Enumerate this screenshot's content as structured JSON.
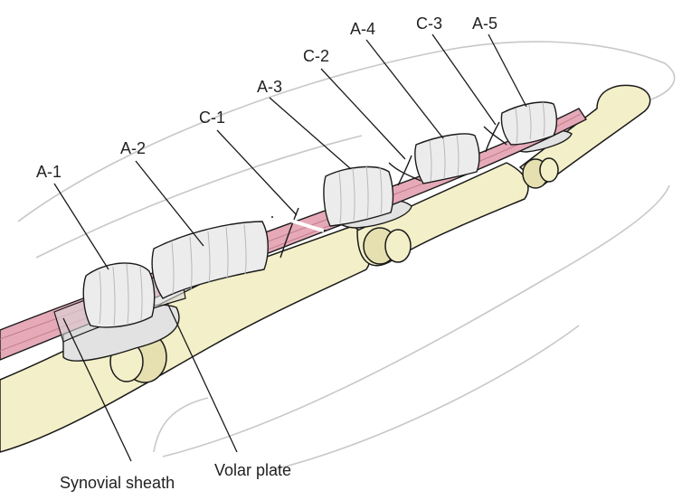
{
  "labels": {
    "a1": "A-1",
    "a2": "A-2",
    "a3": "A-3",
    "a4": "A-4",
    "a5": "A-5",
    "c1": "C-1",
    "c2": "C-2",
    "c3": "C-3",
    "synovial_sheath": "Synovial sheath",
    "volar_plate": "Volar plate"
  },
  "colors": {
    "outline": "#1a1a1a",
    "bone": "#f3efc8",
    "bone_shadow": "#dcd6a2",
    "tendon": "#e5a9b8",
    "tendon_dark": "#c27d8e",
    "pulley": "#ececec",
    "pulley_shadow": "#c8c8c8",
    "skin": "#c8c8c8"
  }
}
